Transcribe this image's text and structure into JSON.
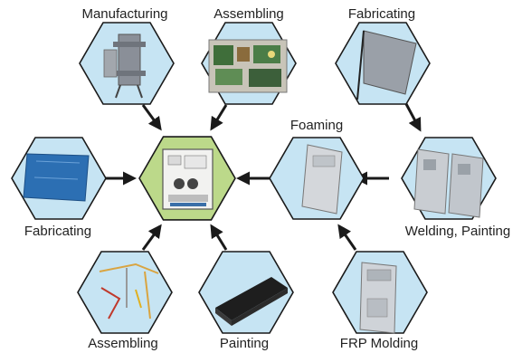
{
  "colors": {
    "hex_fill": "#c6e4f3",
    "center_fill": "#bcd98a",
    "outline": "#1a1a1a",
    "arrow": "#1a1a1a"
  },
  "nodes": {
    "top_left": {
      "label": "Manufacturing",
      "image": "tank-assembly-photo"
    },
    "top_mid": {
      "label": "Assembling",
      "image": "electrical-panel-photo"
    },
    "top_right": {
      "label": "Fabricating",
      "image": "metal-sheet-photo"
    },
    "left": {
      "label": "Fabricating",
      "image": "blue-panel-photo"
    },
    "center": {
      "label": "",
      "image": "finished-unit-photo"
    },
    "mid_right1": {
      "label": "Foaming",
      "image": "foamed-door-photo"
    },
    "mid_right2": {
      "label": "Welding, Painting",
      "image": "welded-doors-photo"
    },
    "bottom_left": {
      "label": "Assembling",
      "image": "wire-harness-photo"
    },
    "bottom_mid": {
      "label": "Painting",
      "image": "black-tray-photo"
    },
    "bottom_right": {
      "label": "FRP Molding",
      "image": "frp-panel-photo"
    }
  }
}
